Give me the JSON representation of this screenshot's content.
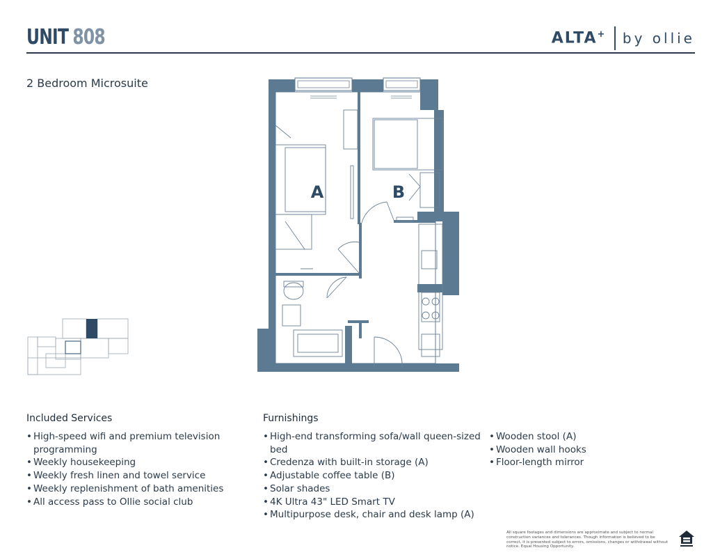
{
  "header": {
    "unit_word": "UNIT",
    "unit_number": "808",
    "brand_name": "ALTA",
    "brand_plus": "+",
    "brand_by": "by ollie"
  },
  "subtitle": "2 Bedroom Microsuite",
  "floorplan": {
    "room_a_label": "A",
    "room_b_label": "B",
    "wall_color": "#5d7a93"
  },
  "included_services": {
    "heading": "Included Services",
    "items": [
      "High-speed wifi and premium television",
      "programming",
      "Weekly housekeeping",
      "Weekly fresh linen and towel service",
      "Weekly replenishment of bath amenities",
      "All access pass to Ollie social club"
    ]
  },
  "furnishings": {
    "heading": "Furnishings",
    "col1": [
      "High-end transforming sofa/wall queen-sized bed",
      "Credenza with built-in storage (A)",
      "Adjustable coffee table (B)",
      "Solar shades",
      "4K Ultra 43\" LED Smart TV",
      "Multipurpose desk, chair and desk lamp (A)"
    ],
    "col2": [
      "Wooden stool (A)",
      "Wooden wall hooks",
      "Floor-length mirror"
    ]
  },
  "disclaimer": "All square footages and dimensions are approximate and subject to normal construction variances and tolerances. Though information is believed to be correct, it is presented subject to errors, omissions, changes or withdrawal without notice. Equal Housing Opportunity.",
  "equal_housing_icon": "equal-housing-icon"
}
